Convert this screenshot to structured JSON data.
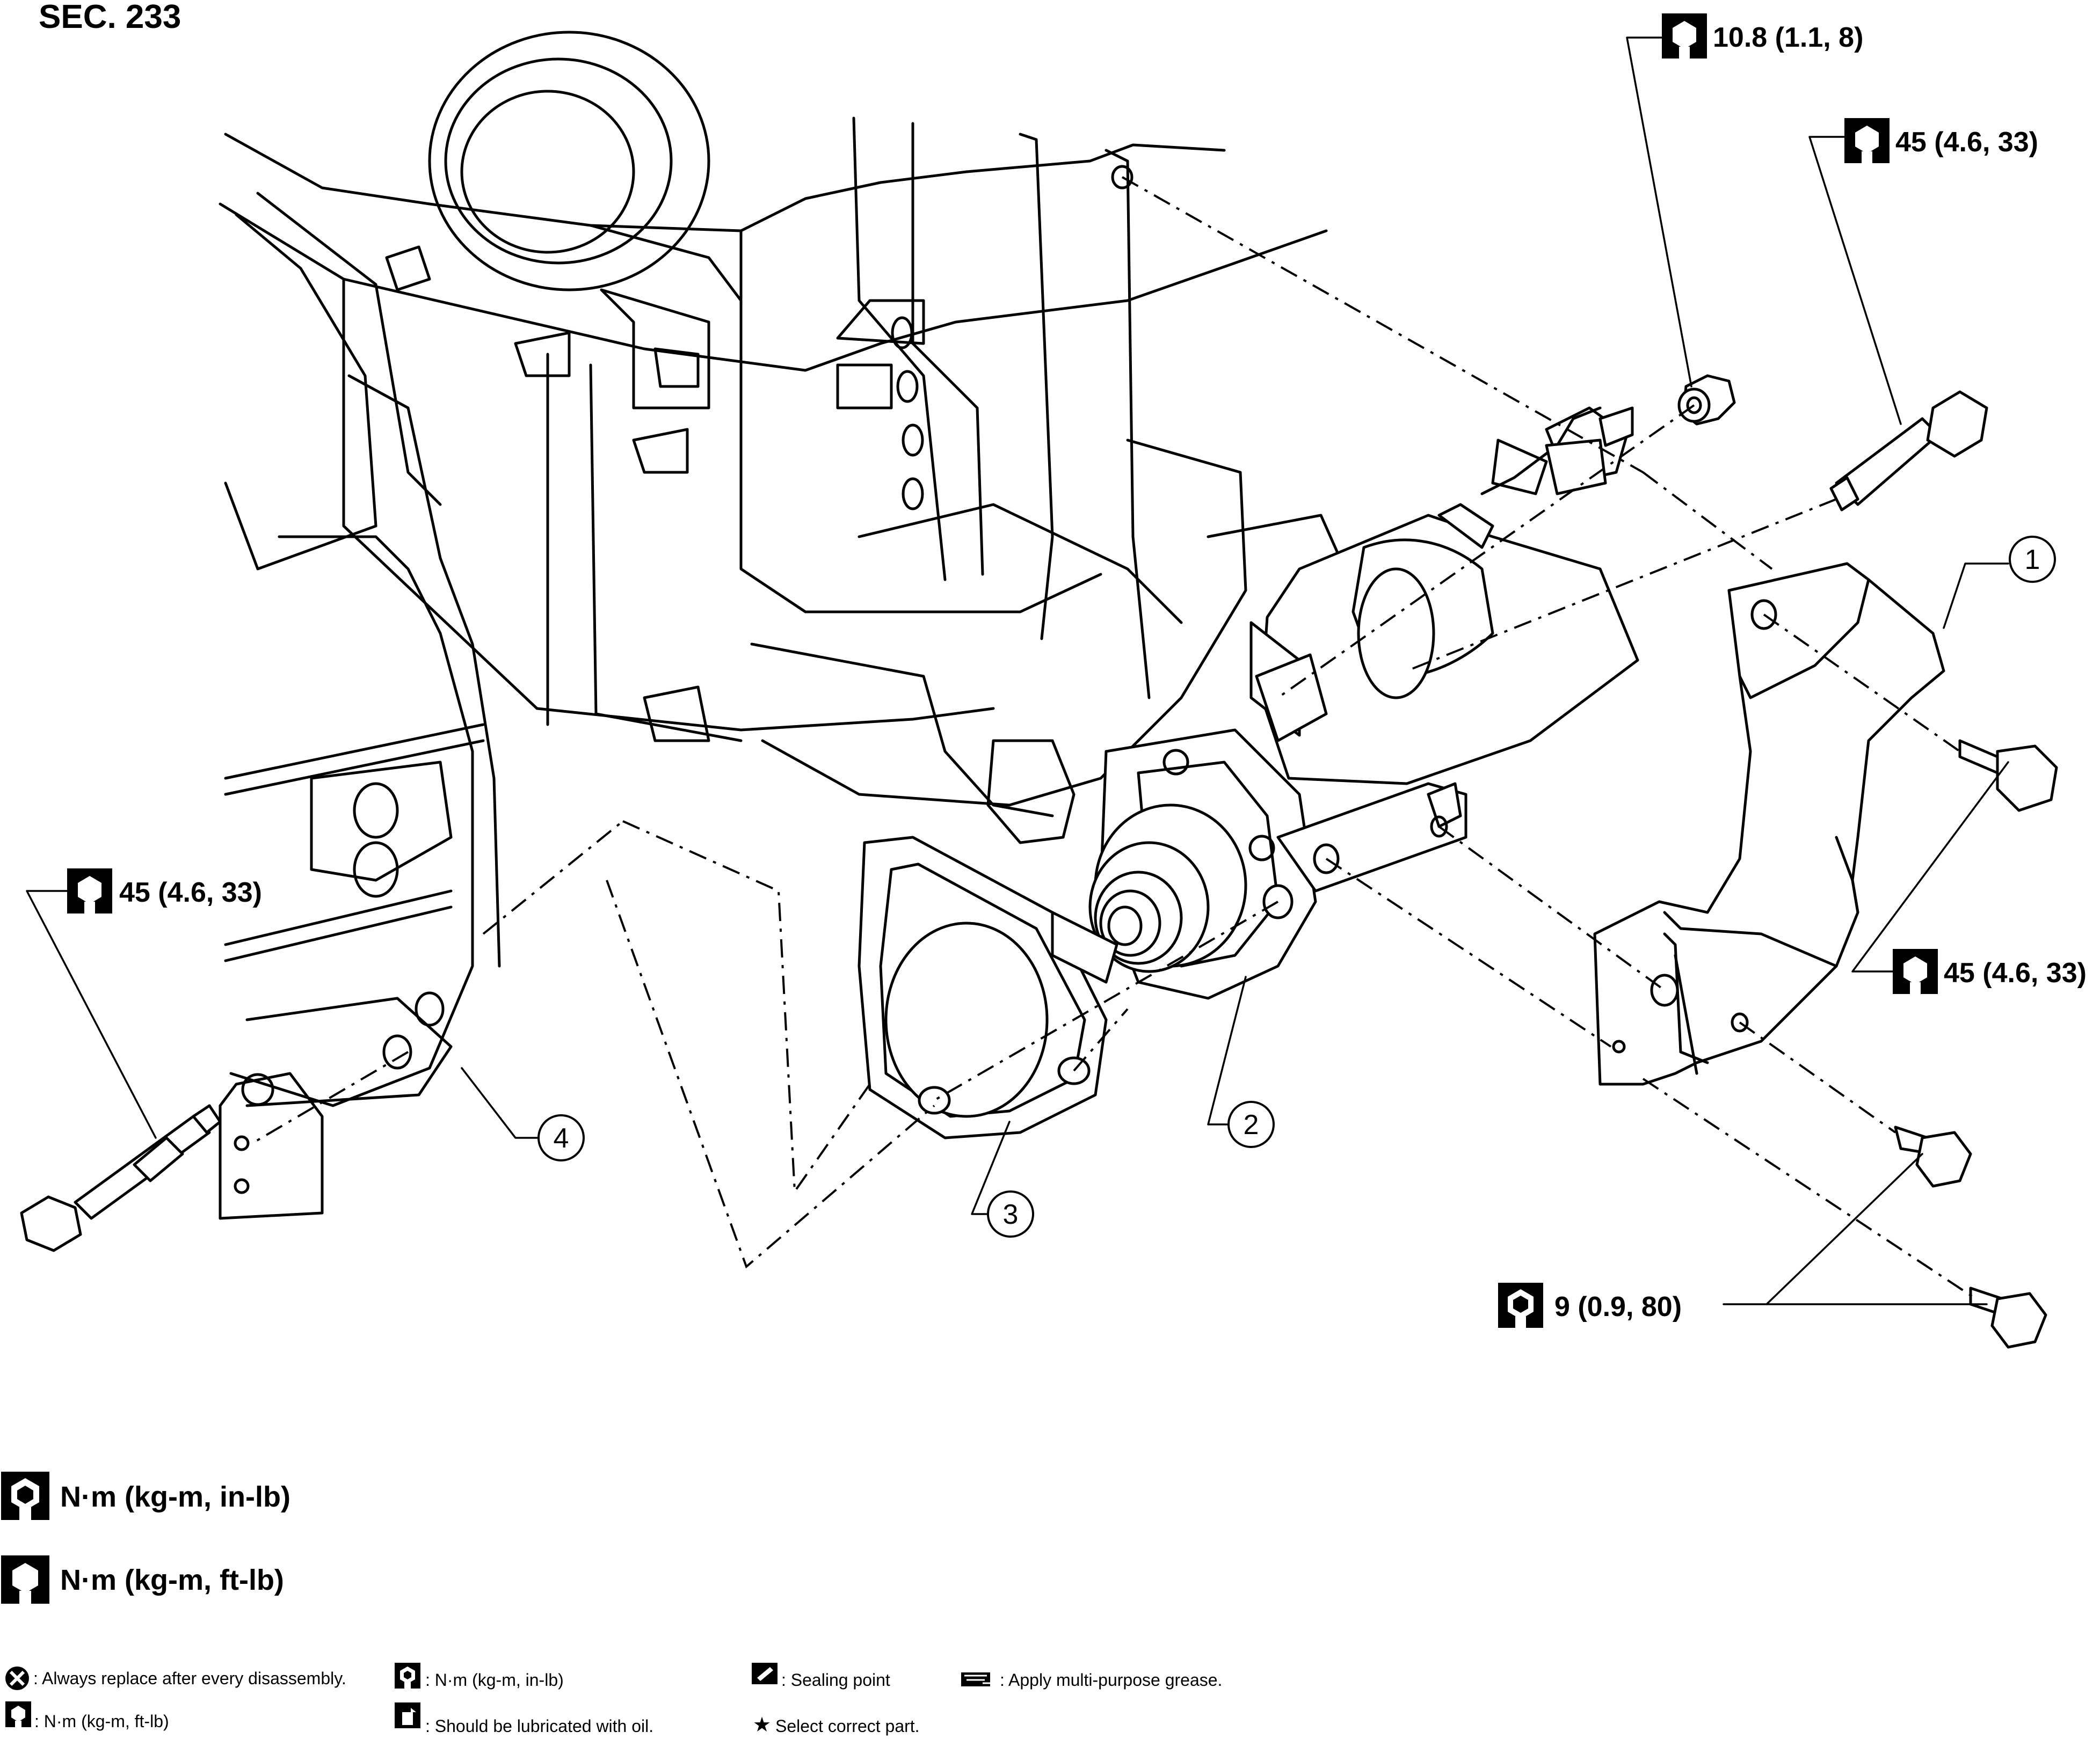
{
  "section_label": "SEC. 233",
  "torque_specs": {
    "nut_top": "10.8 (1.1, 8)",
    "bolt_top_right": "45 (4.6, 33)",
    "bolt_right": "45 (4.6, 33)",
    "bolt_left": "45 (4.6, 33)",
    "bolts_bottom_right": "9 (0.9, 80)"
  },
  "callouts": [
    "1",
    "2",
    "3",
    "4"
  ],
  "units": {
    "in_lb": "N·m (kg-m, in-lb)",
    "ft_lb": "N·m (kg-m, ft-lb)"
  },
  "legend": {
    "replace": ": Always replace after every disassembly.",
    "in_lb": ": N·m (kg-m, in-lb)",
    "sealing": ": Sealing point",
    "grease": ": Apply multi-purpose grease.",
    "ft_lb": ": N·m (kg-m, ft-lb)",
    "oil": ": Should be lubricated with oil.",
    "select": "Select correct part."
  },
  "icons": {
    "torque_in_lb": "torque-in-lb-icon",
    "torque_ft_lb": "torque-ft-lb-icon",
    "replace": "replace-icon",
    "sealing": "sealing-icon",
    "grease": "grease-icon",
    "oil": "oil-icon",
    "star": "star-icon"
  }
}
